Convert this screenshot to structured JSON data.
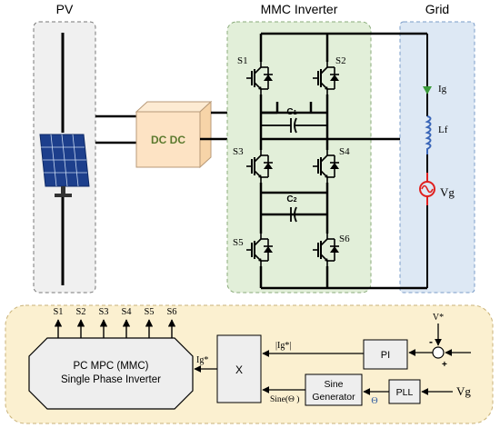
{
  "sections": {
    "pv_title": "PV",
    "mmc_title": "MMC Inverter",
    "grid_title": "Grid"
  },
  "converter": {
    "label": "DC DC"
  },
  "switches": {
    "s1": "S1",
    "s2": "S2",
    "s3": "S3",
    "s4": "S4",
    "s5": "S5",
    "s6": "S6"
  },
  "capacitors": {
    "c1": "C",
    "c1_sub": "1",
    "c2": "C",
    "c2_sub": "2"
  },
  "grid": {
    "ig": "Ig",
    "lf": "Lf",
    "vg": "Vg"
  },
  "control": {
    "mpc_line1": "PC MPC (MMC)",
    "mpc_line2": "Single Phase Inverter",
    "outputs": [
      "S1",
      "S2",
      "S3",
      "S4",
      "S5",
      "S6"
    ],
    "multiplier": "X",
    "pi": "PI",
    "sine_line1": "Sine",
    "sine_line2": "Generator",
    "pll": "PLL",
    "ig_star": "Ig*",
    "ig_mag": "|Ig*|",
    "sine_theta": "Sine(Θ )",
    "theta": "Θ",
    "v_star": "V*",
    "minus": "-",
    "plus": "+",
    "vg_input": "Vg"
  },
  "colors": {
    "pv_bg": "#f0f0f0",
    "mmc_bg": "#e2efd9",
    "mmc_border": "#8aab7a",
    "grid_bg": "#dde8f4",
    "grid_border": "#7a9cc8",
    "control_bg": "#fbf0d0",
    "control_border": "#c9b278",
    "block_bg": "#eeeeee",
    "dcdc_fill": "#fde3c4",
    "dcdc_text": "#5c7a2e",
    "source_red": "#e0201f",
    "inductor_blue": "#3a66b8",
    "arrow_green": "#3a9b3a",
    "theta_blue": "#2d5aa0"
  }
}
